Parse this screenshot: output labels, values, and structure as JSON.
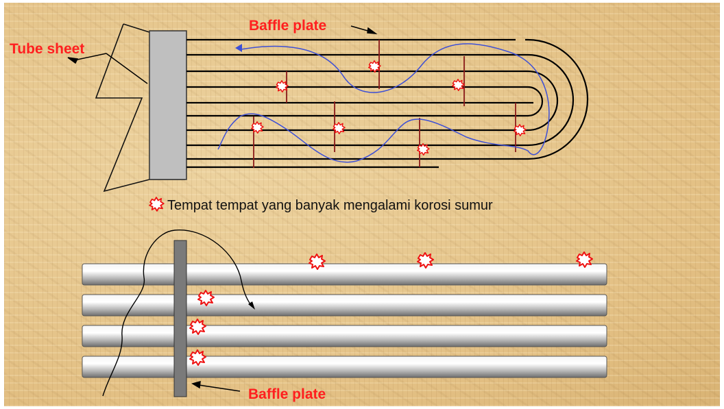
{
  "labels": {
    "tube_sheet": "Tube sheet",
    "baffle_plate_top": "Baffle plate",
    "baffle_plate_bottom": "Baffle plate"
  },
  "legend": {
    "text": "Tempat tempat  yang banyak mengalami korosi sumur",
    "marker_icon": "pitting-spot-icon"
  },
  "colors": {
    "label_red": "#ff1f1f",
    "flow_line": "#3d4fd6",
    "baffle_line": "#8b1a1a",
    "tube_sheet_fill": "#bfbfbf",
    "baffle_plate_fill": "#7a7a7a"
  }
}
